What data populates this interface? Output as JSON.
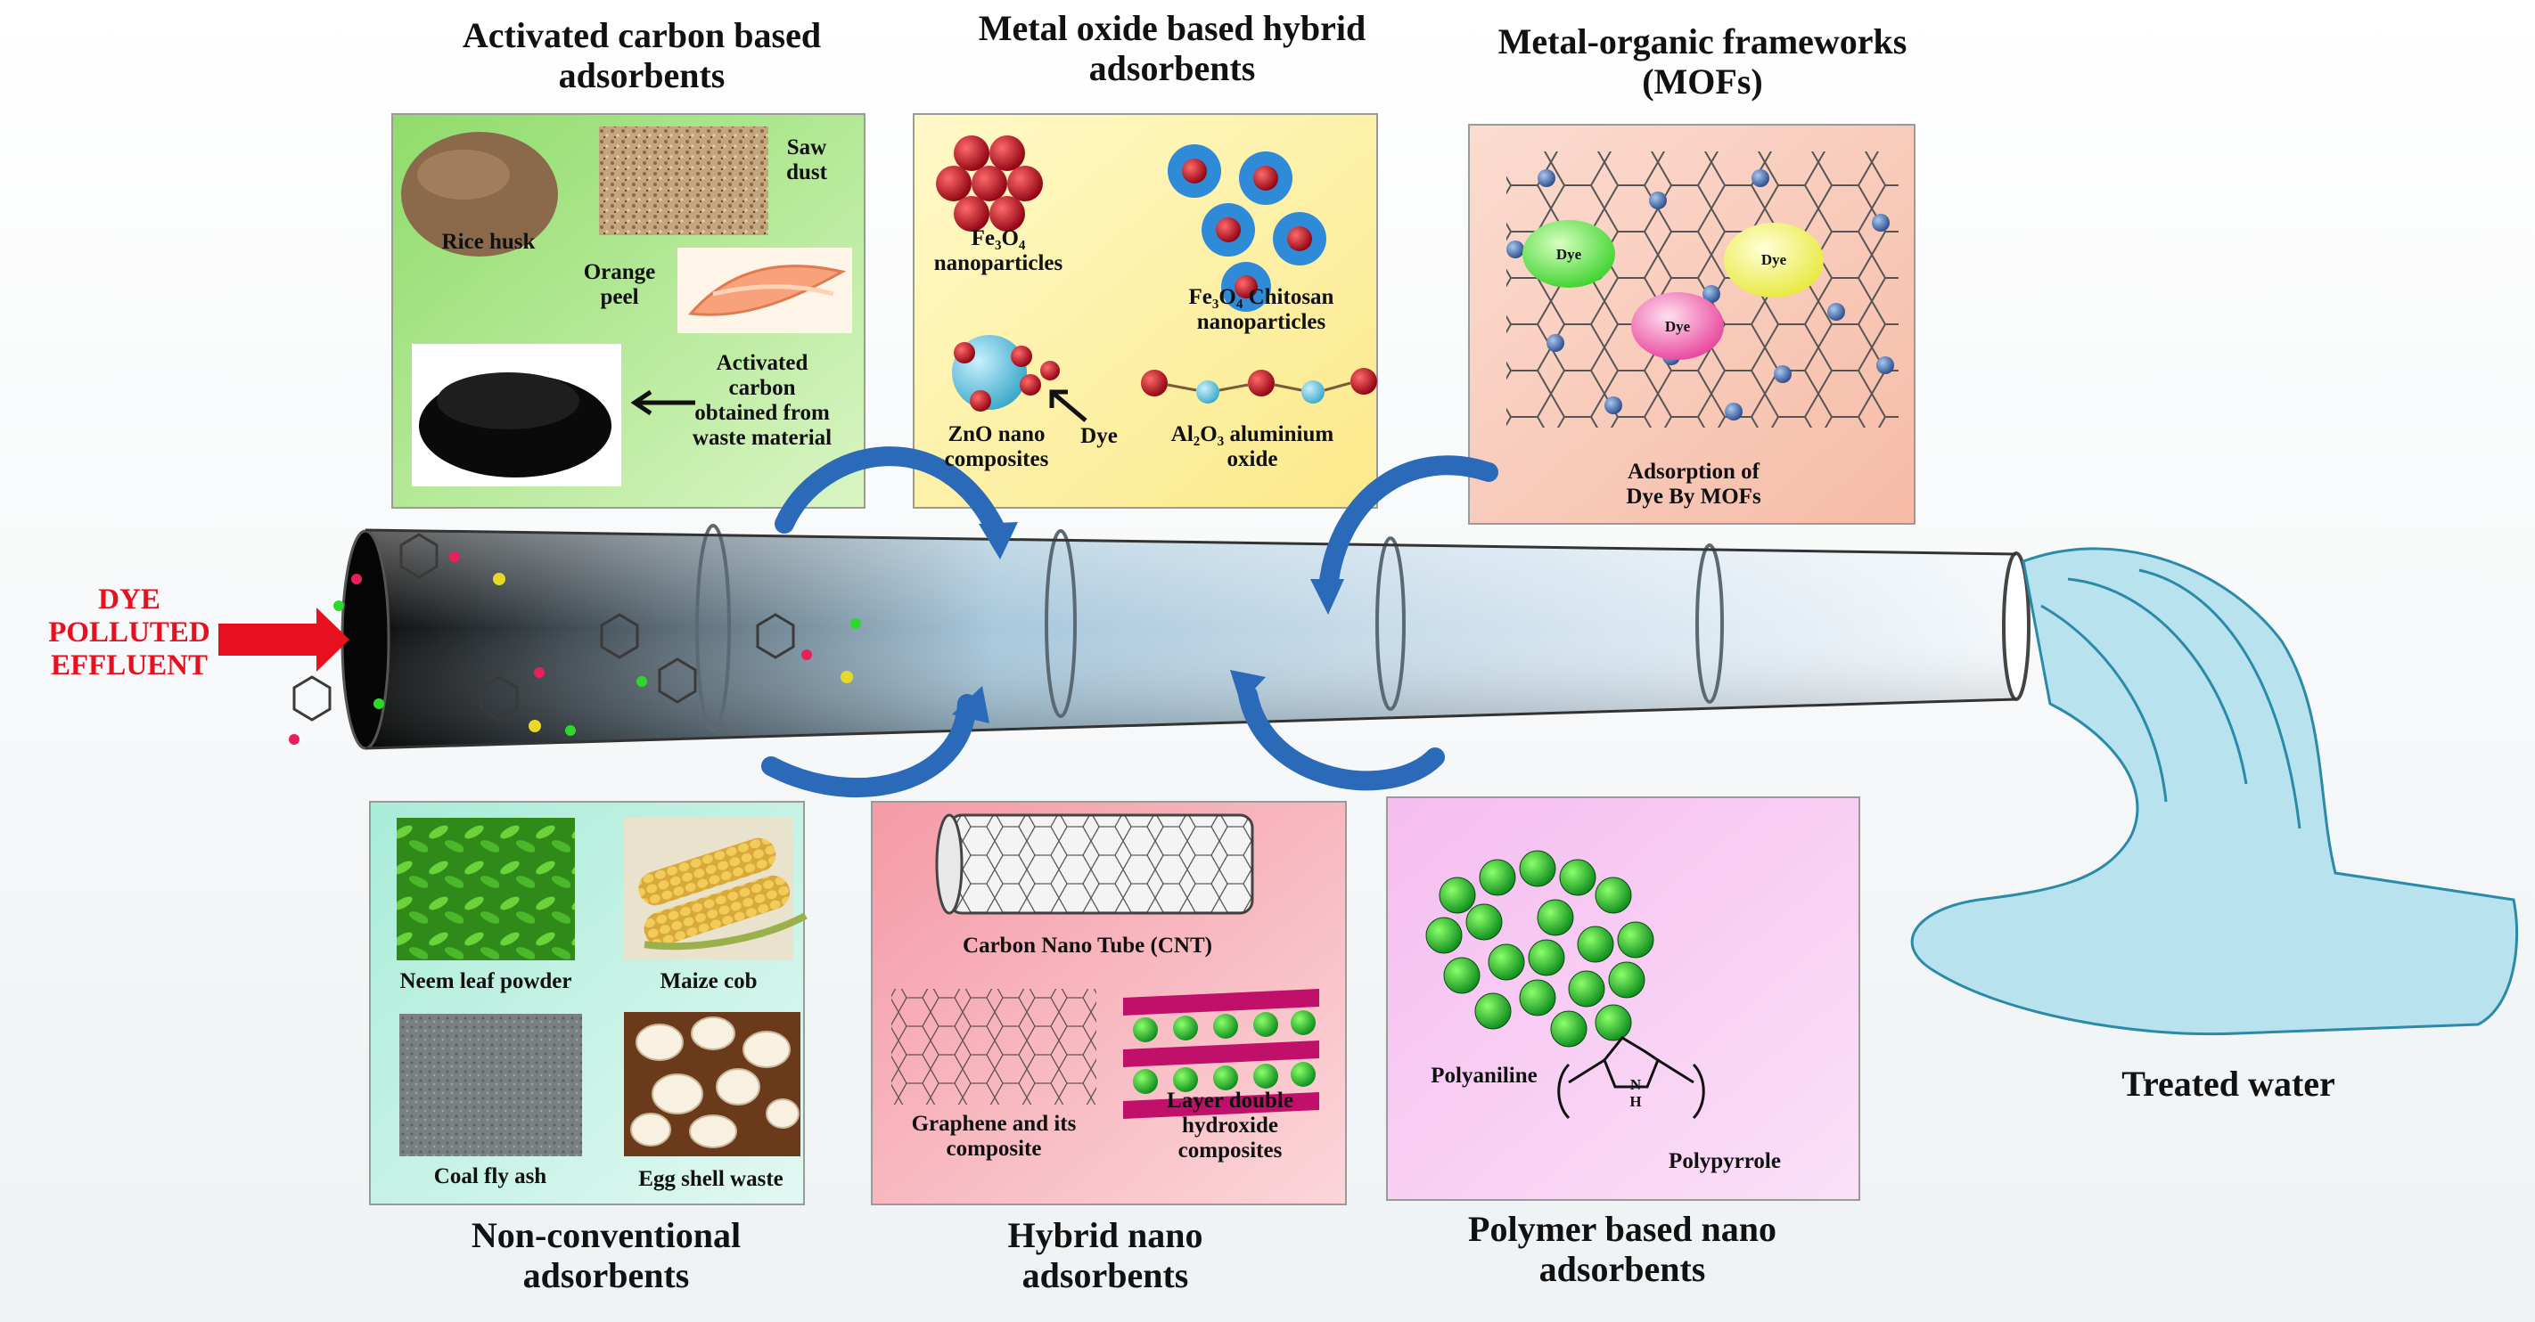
{
  "inlet": {
    "label": "DYE\nPOLLUTED\nEFFLUENT",
    "color": "#e8101e"
  },
  "outlet": {
    "label": "Treated water"
  },
  "panels": {
    "activated_carbon": {
      "title": "Activated carbon based\nadsorbents",
      "rice_husk": "Rice husk",
      "saw_dust": "Saw\ndust",
      "orange_peel": "Orange\npeel",
      "activated_carbon": "Activated\ncarbon\nobtained from\nwaste material",
      "color": "#a8e28a"
    },
    "metal_oxide": {
      "title": "Metal oxide based hybrid\nadsorbents",
      "fe3o4": "Fe₃O₄\nnanoparticles",
      "fe3o4_chitosan": "Fe₃O₄ Chitosan\nnanoparticles",
      "zno": "ZnO nano\ncomposites",
      "dye": "Dye",
      "al2o3": "Al₂O₃ aluminium\noxide",
      "color": "#fdf7b0"
    },
    "mof": {
      "title": "Metal-organic frameworks\n(MOFs)",
      "dye_labels": [
        "Dye",
        "Dye",
        "Dye"
      ],
      "caption": "Adsorption of\nDye By MOFs",
      "color": "#f9cfc0"
    },
    "non_conventional": {
      "title": "Non-conventional\nadsorbents",
      "neem": "Neem leaf powder",
      "maize": "Maize cob",
      "coal": "Coal fly ash",
      "egg": "Egg shell waste",
      "color": "#bdeee0"
    },
    "hybrid_nano": {
      "title": "Hybrid nano\nadsorbents",
      "cnt": "Carbon Nano Tube (CNT)",
      "graphene": "Graphene and its\ncomposite",
      "ldh": "Layer double\nhydroxide\ncomposites",
      "color": "#f6b5bd"
    },
    "polymer": {
      "title": "Polymer based nano\nadsorbents",
      "polyaniline": "Polyaniline",
      "polypyrrole": "Polypyrrole",
      "nh": "N\nH",
      "color": "#f4b8ec"
    }
  }
}
